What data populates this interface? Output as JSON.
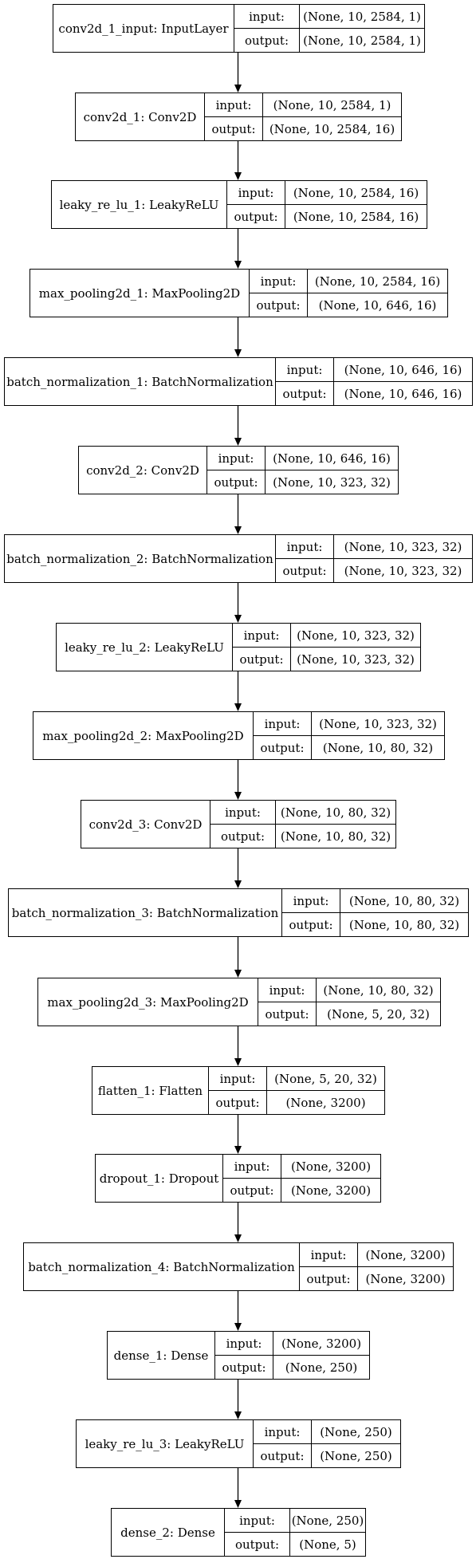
{
  "labels": {
    "input": "input:",
    "output": "output:"
  },
  "layers": [
    {
      "label": "conv2d_1_input: InputLayer",
      "input": "(None, 10, 2584, 1)",
      "output": "(None, 10, 2584, 1)"
    },
    {
      "label": "conv2d_1: Conv2D",
      "input": "(None, 10, 2584, 1)",
      "output": "(None, 10, 2584, 16)"
    },
    {
      "label": "leaky_re_lu_1: LeakyReLU",
      "input": "(None, 10, 2584, 16)",
      "output": "(None, 10, 2584, 16)"
    },
    {
      "label": "max_pooling2d_1: MaxPooling2D",
      "input": "(None, 10, 2584, 16)",
      "output": "(None, 10, 646, 16)"
    },
    {
      "label": "batch_normalization_1: BatchNormalization",
      "input": "(None, 10, 646, 16)",
      "output": "(None, 10, 646, 16)"
    },
    {
      "label": "conv2d_2: Conv2D",
      "input": "(None, 10, 646, 16)",
      "output": "(None, 10, 323, 32)"
    },
    {
      "label": "batch_normalization_2: BatchNormalization",
      "input": "(None, 10, 323, 32)",
      "output": "(None, 10, 323, 32)"
    },
    {
      "label": "leaky_re_lu_2: LeakyReLU",
      "input": "(None, 10, 323, 32)",
      "output": "(None, 10, 323, 32)"
    },
    {
      "label": "max_pooling2d_2: MaxPooling2D",
      "input": "(None, 10, 323, 32)",
      "output": "(None, 10, 80, 32)"
    },
    {
      "label": "conv2d_3: Conv2D",
      "input": "(None, 10, 80, 32)",
      "output": "(None, 10, 80, 32)"
    },
    {
      "label": "batch_normalization_3: BatchNormalization",
      "input": "(None, 10, 80, 32)",
      "output": "(None, 10, 80, 32)"
    },
    {
      "label": "max_pooling2d_3: MaxPooling2D",
      "input": "(None, 10, 80, 32)",
      "output": "(None, 5, 20, 32)"
    },
    {
      "label": "flatten_1: Flatten",
      "input": "(None, 5, 20, 32)",
      "output": "(None, 3200)"
    },
    {
      "label": "dropout_1: Dropout",
      "input": "(None, 3200)",
      "output": "(None, 3200)"
    },
    {
      "label": "batch_normalization_4: BatchNormalization",
      "input": "(None, 3200)",
      "output": "(None, 3200)"
    },
    {
      "label": "dense_1: Dense",
      "input": "(None, 3200)",
      "output": "(None, 250)"
    },
    {
      "label": "leaky_re_lu_3: LeakyReLU",
      "input": "(None, 250)",
      "output": "(None, 250)"
    },
    {
      "label": "dense_2: Dense",
      "input": "(None, 250)",
      "output": "(None, 5)"
    }
  ]
}
